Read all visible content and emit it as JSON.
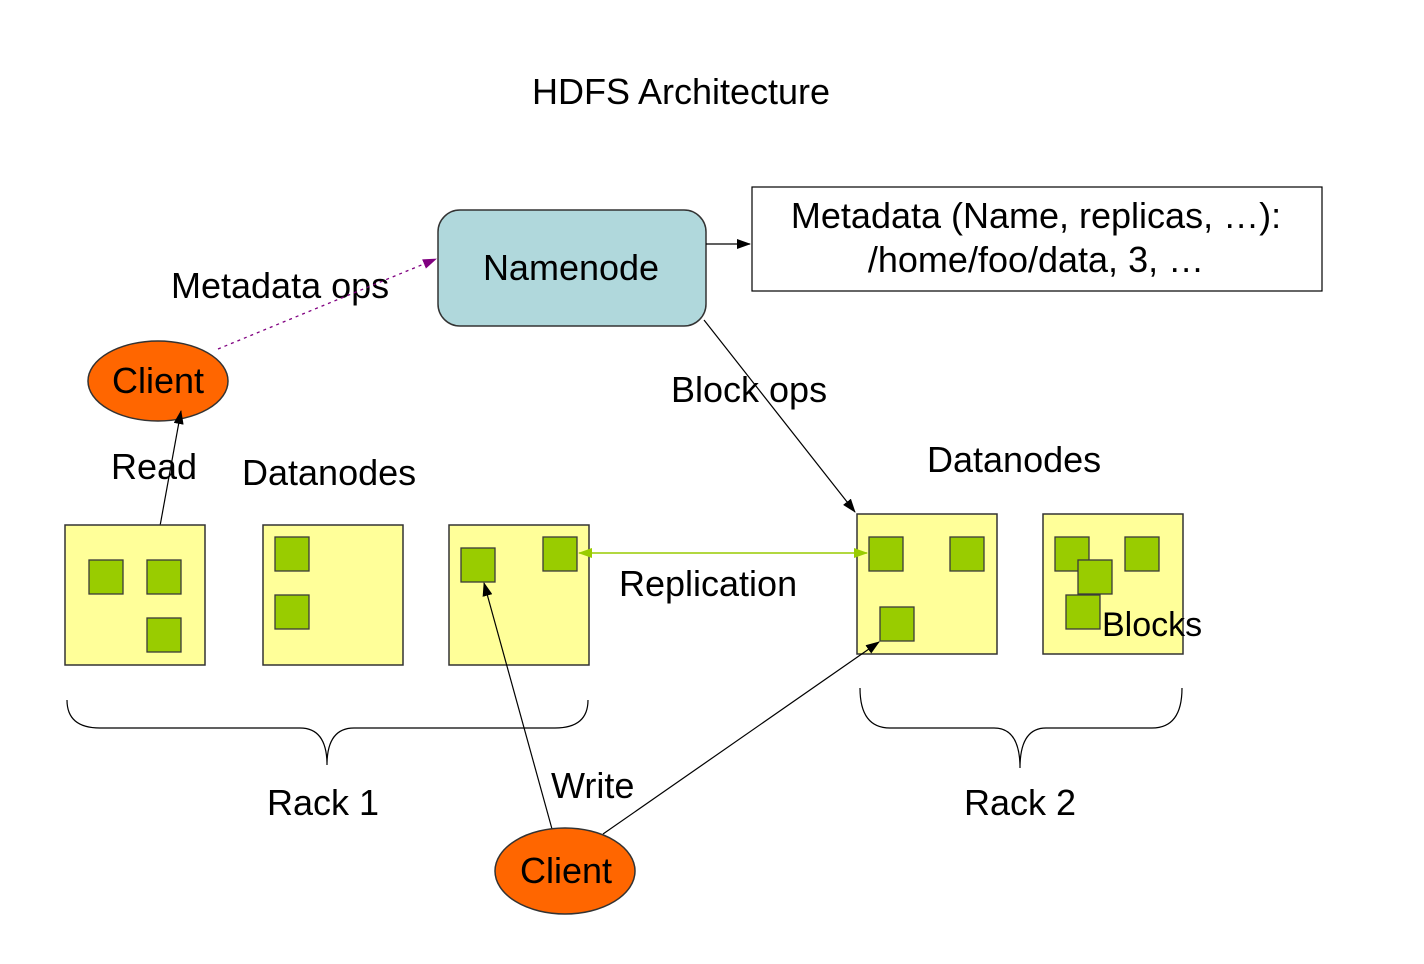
{
  "title": "HDFS Architecture",
  "namenode": {
    "label": "Namenode",
    "fill": "#b0d8dc"
  },
  "metadata_box": {
    "line1": "Metadata (Name, replicas, …):",
    "line2": "/home/foo/data, 3, …"
  },
  "labels": {
    "metadata_ops": "Metadata ops",
    "block_ops": "Block ops",
    "read": "Read",
    "write": "Write",
    "replication": "Replication",
    "blocks": "Blocks",
    "datanodes_rack1": "Datanodes",
    "datanodes_rack2": "Datanodes",
    "rack1": "Rack 1",
    "rack2": "Rack 2"
  },
  "clients": {
    "top": "Client",
    "bottom": "Client"
  },
  "colors": {
    "datanode_fill": "#ffff99",
    "block_fill": "#99cc00",
    "client_fill": "#ff6600",
    "metadata_ops_arrow": "#800080",
    "replication_arrow": "#99cc00"
  }
}
